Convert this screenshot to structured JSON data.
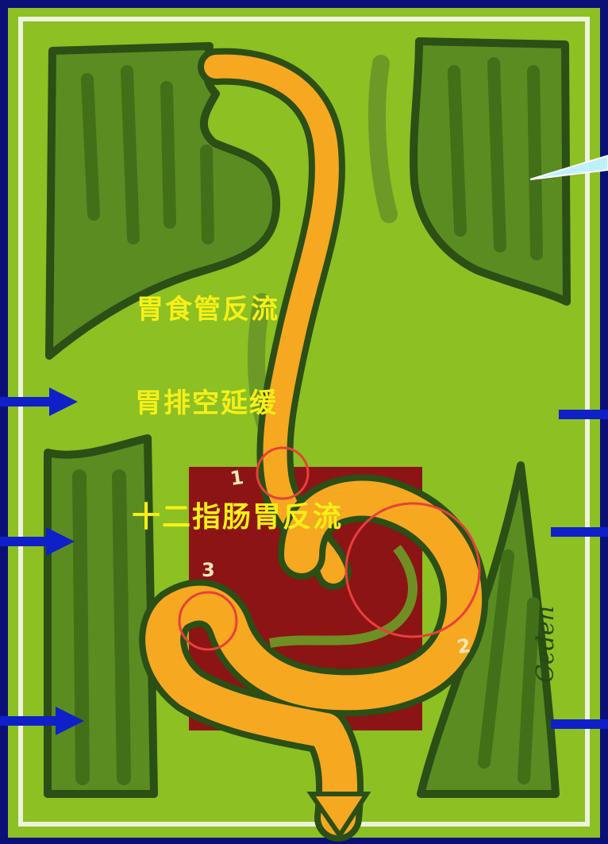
{
  "labels": {
    "reflux": "胃食管反流",
    "delayed_emptying": "胃排空延缓",
    "duodenal_reflux": "十二指肠胃反流"
  },
  "markers": {
    "one": "1",
    "two": "2",
    "three": "3"
  },
  "signature": "Ceden",
  "colors": {
    "frame": "#0a1078",
    "background": "#8cc023",
    "foliage": "#5a8c22",
    "outline": "#2b4f14",
    "gut": "#f6a820",
    "block": "#8c1414",
    "circle": "#e8403a",
    "arrow": "#1020c8",
    "text": "#f6ef18"
  }
}
